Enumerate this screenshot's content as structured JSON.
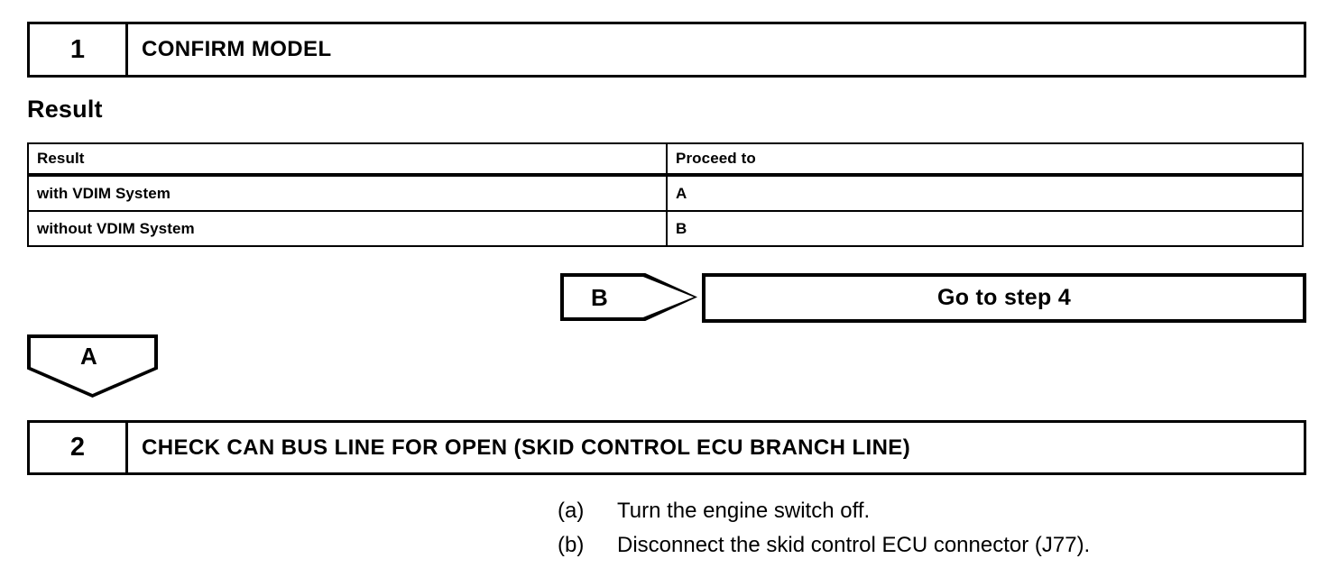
{
  "steps": [
    {
      "number": "1",
      "title": "CONFIRM MODEL"
    },
    {
      "number": "2",
      "title": "CHECK CAN BUS LINE FOR OPEN (SKID CONTROL ECU BRANCH LINE)"
    }
  ],
  "result_section": {
    "heading": "Result",
    "table": {
      "headers": [
        "Result",
        "Proceed to"
      ],
      "rows": [
        [
          "with VDIM System",
          "A"
        ],
        [
          "without VDIM System",
          "B"
        ]
      ]
    }
  },
  "connectors": {
    "b": {
      "label": "B",
      "shape": "pentagon-right"
    },
    "a": {
      "label": "A",
      "shape": "pentagon-down"
    }
  },
  "goto_box": {
    "text": "Go to step 4"
  },
  "instructions": [
    {
      "marker": "(a)",
      "text": "Turn the engine switch off."
    },
    {
      "marker": "(b)",
      "text": "Disconnect the skid control ECU connector (J77)."
    }
  ],
  "colors": {
    "line": "#000000",
    "background": "#ffffff"
  }
}
